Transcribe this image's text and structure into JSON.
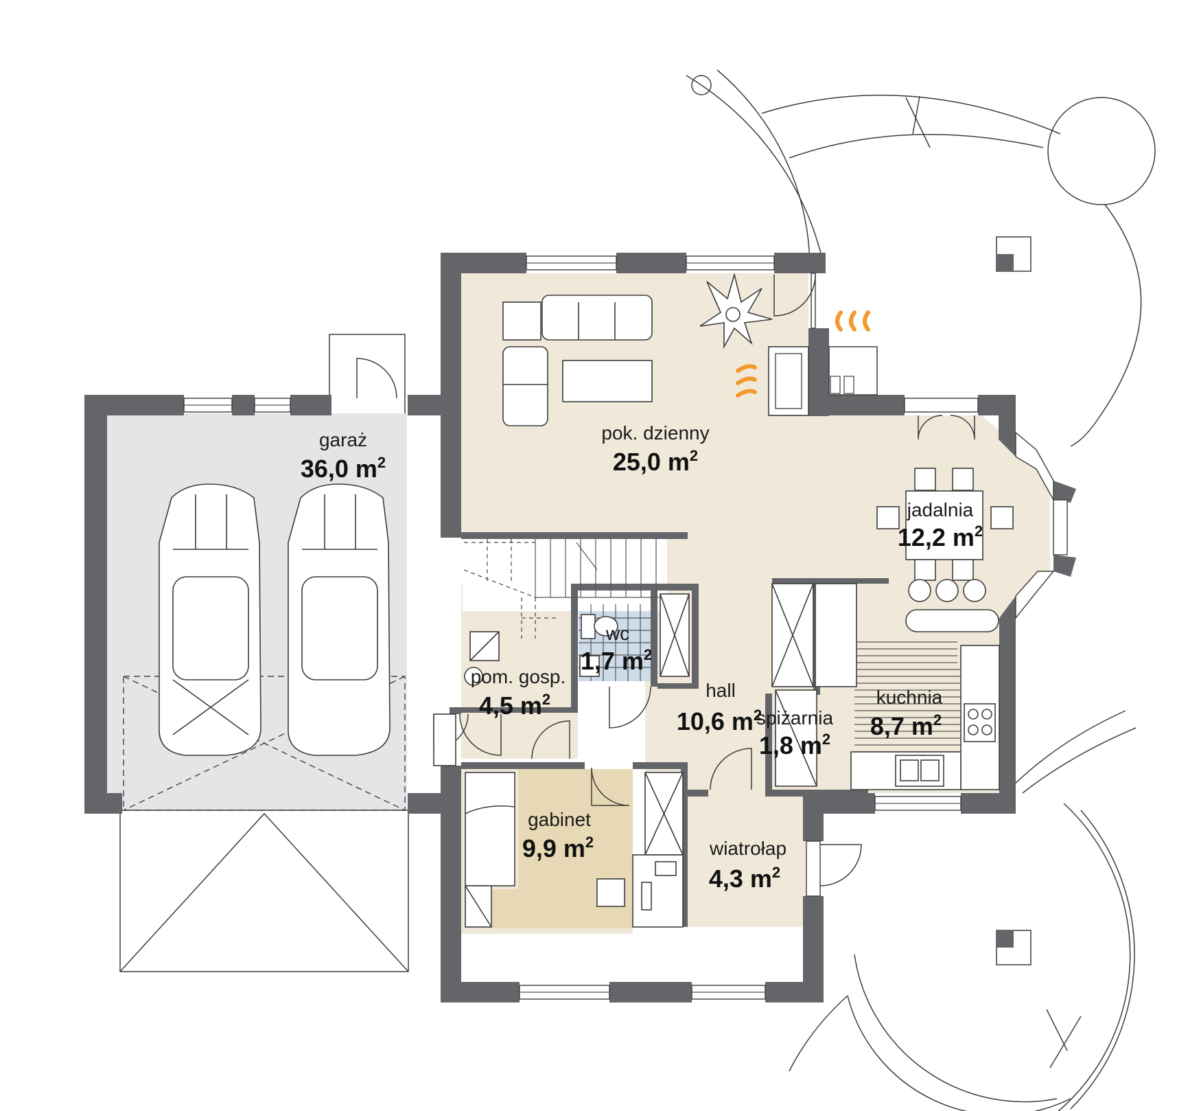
{
  "colors": {
    "wall": "#646569",
    "living_floor": "#f0e9da",
    "garage_floor": "#e4e5e7",
    "office_floor": "#e8d9b6",
    "wc_tile": "#cddce8",
    "flame": "#f29a2e"
  },
  "rooms": [
    {
      "id": "garage",
      "name": "garaż",
      "area": "36,0 m",
      "sup": "2"
    },
    {
      "id": "living",
      "name": "pok. dzienny",
      "area": "25,0 m",
      "sup": "2"
    },
    {
      "id": "dining",
      "name": "jadalnia",
      "area": "12,2 m",
      "sup": "2"
    },
    {
      "id": "wc",
      "name": "wc",
      "area": "1,7 m",
      "sup": "2"
    },
    {
      "id": "utility",
      "name": "pom. gosp.",
      "area": "4,5 m",
      "sup": "2"
    },
    {
      "id": "hall",
      "name": "hall",
      "area": "10,6 m",
      "sup": "2"
    },
    {
      "id": "pantry",
      "name": "spiżarnia",
      "area": "1,8 m",
      "sup": "2"
    },
    {
      "id": "kitchen",
      "name": "kuchnia",
      "area": "8,7 m",
      "sup": "2"
    },
    {
      "id": "office",
      "name": "gabinet",
      "area": "9,9 m",
      "sup": "2"
    },
    {
      "id": "vestibule",
      "name": "wiatrołap",
      "area": "4,3 m",
      "sup": "2"
    }
  ],
  "icons": {
    "car": "car-icon",
    "plant": "plant-icon",
    "fireplace_flames": "flame-icon",
    "stove": "stove-icon",
    "sink": "sink-icon",
    "toilet": "toilet-icon"
  }
}
